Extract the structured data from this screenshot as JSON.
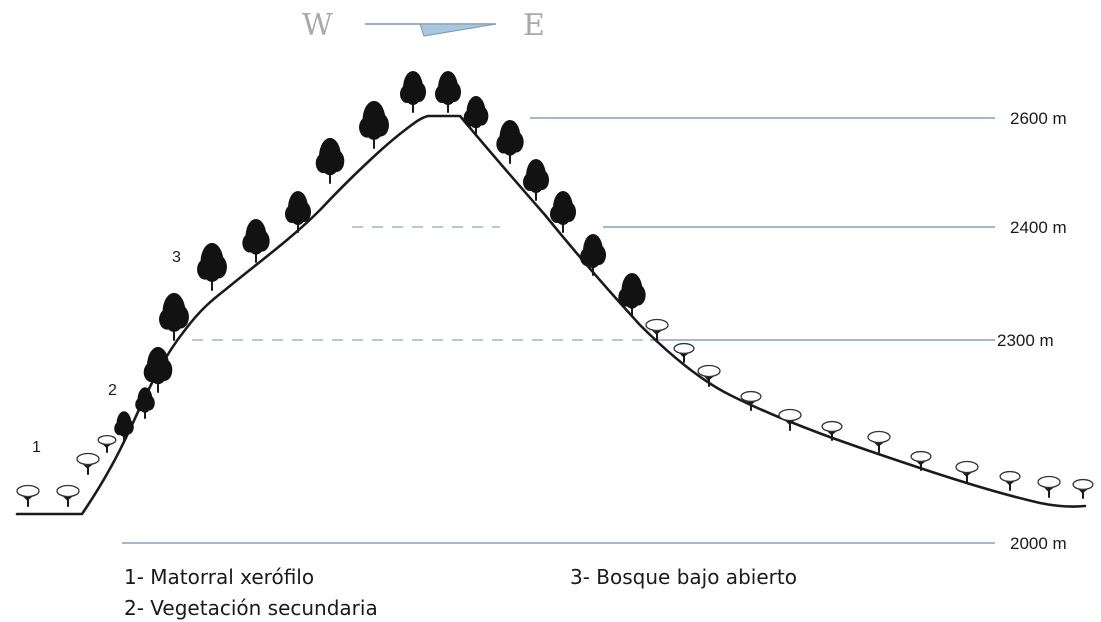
{
  "orientation": {
    "west": "W",
    "east": "E"
  },
  "elevations": [
    {
      "label": "2600 m",
      "value": 2600
    },
    {
      "label": "2400 m",
      "value": 2400
    },
    {
      "label": "2300 m",
      "value": 2300
    },
    {
      "label": "2000 m",
      "value": 2000
    }
  ],
  "zone_markers": [
    "1",
    "2",
    "3"
  ],
  "legend": {
    "item1": "1- Matorral xerófilo",
    "item2": "2- Vegetación secundaria",
    "item3": "3- Bosque bajo abierto"
  },
  "icons": {
    "north_arrow": "orientation-arrow-icon",
    "dense_tree": "dense-tree-icon",
    "open_tree": "open-tree-icon",
    "shrub": "shrub-icon"
  },
  "colors": {
    "reference_lines": "#6f8fae",
    "terrain": "#1b1b1b",
    "orientation_text": "#a9a9a9",
    "arrow_fill": "#a9c6e0"
  }
}
